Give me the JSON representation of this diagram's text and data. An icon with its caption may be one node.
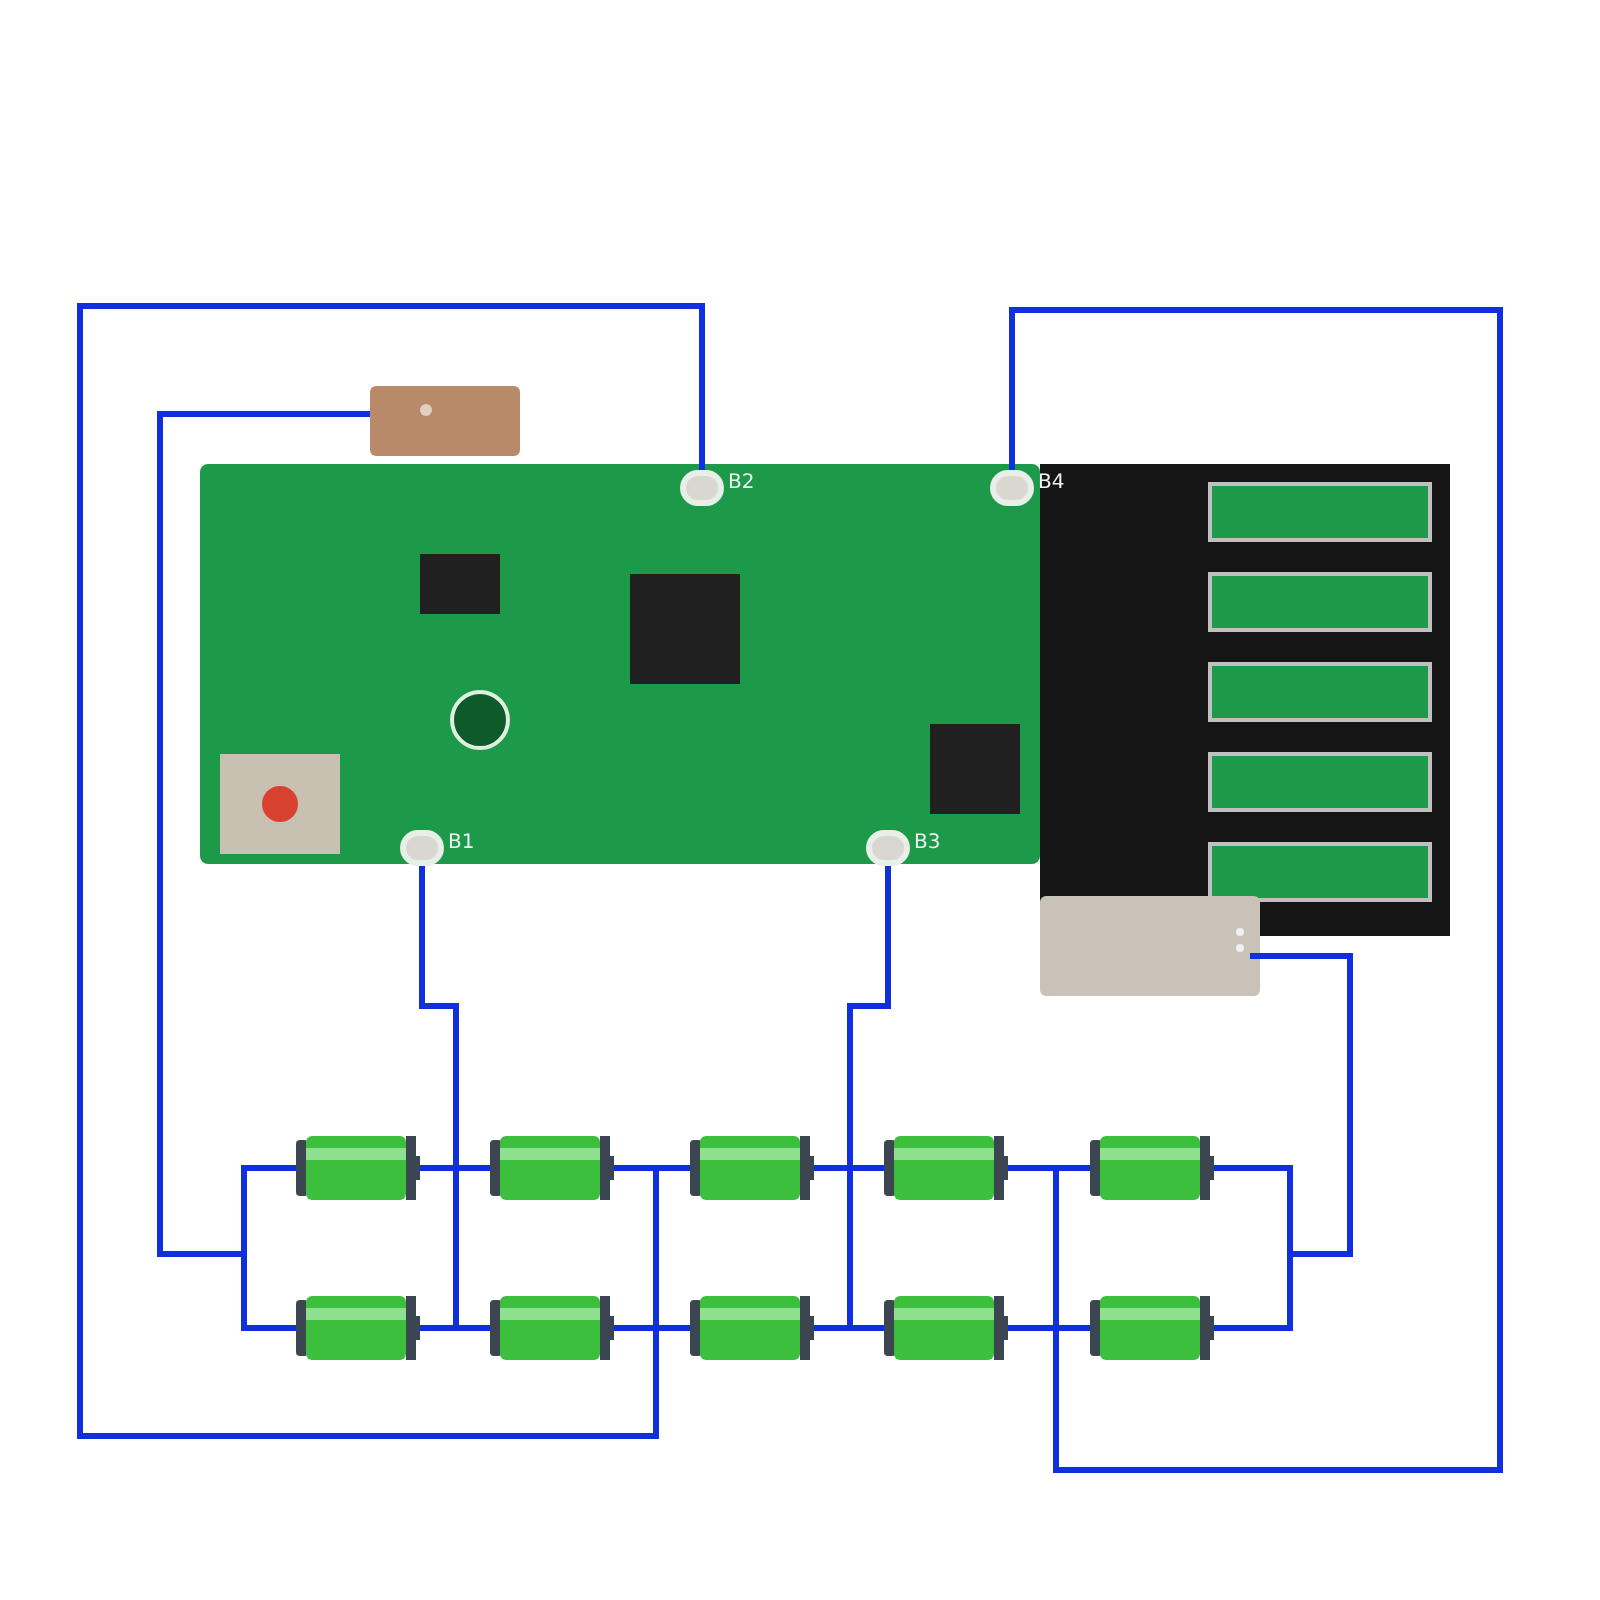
{
  "diagram": {
    "nodes": [
      {
        "text": [],
        "shape": "picture"
      },
      {
        "text": [],
        "shape": "box"
      },
      {
        "text": [
          "B2"
        ],
        "in": 0
      },
      {
        "text": [
          "B4"
        ],
        "in": 0
      },
      {
        "text": [
          "B1"
        ],
        "in": 0
      },
      {
        "text": [
          "B3"
        ],
        "in": 0
      },
      {
        "text": [],
        "shape": "box"
      },
      {
        "text": [],
        "shape": "picture"
      },
      {
        "text": [],
        "shape": "picture"
      },
      {
        "text": [],
        "shape": "picture"
      },
      {
        "text": [],
        "shape": "picture"
      },
      {
        "text": [],
        "shape": "picture"
      },
      {
        "text": [],
        "shape": "picture"
      },
      {
        "text": [],
        "shape": "picture"
      },
      {
        "text": [],
        "shape": "picture"
      },
      {
        "text": [],
        "shape": "picture"
      },
      {
        "text": [],
        "shape": "picture"
      }
    ],
    "edges": [
      {
        "from": 1,
        "to": 7,
        "arrow": "none"
      },
      {
        "from": 1,
        "to": 12,
        "arrow": "none"
      },
      {
        "from": 7,
        "to": 8,
        "arrow": "none"
      },
      {
        "from": 8,
        "to": 9,
        "arrow": "none"
      },
      {
        "from": 9,
        "to": 10,
        "arrow": "none"
      },
      {
        "from": 10,
        "to": 11,
        "arrow": "none"
      },
      {
        "from": 12,
        "to": 13,
        "arrow": "none"
      },
      {
        "from": 13,
        "to": 14,
        "arrow": "none"
      },
      {
        "from": 14,
        "to": 15,
        "arrow": "none"
      },
      {
        "from": 15,
        "to": 16,
        "arrow": "none"
      },
      {
        "from": 4,
        "to": 8,
        "arrow": "none"
      },
      {
        "from": 4,
        "to": 13,
        "arrow": "none"
      },
      {
        "from": 2,
        "to": 9,
        "arrow": "none"
      },
      {
        "from": 2,
        "to": 14,
        "arrow": "none"
      },
      {
        "from": 5,
        "to": 10,
        "arrow": "none"
      },
      {
        "from": 5,
        "to": 15,
        "arrow": "none"
      },
      {
        "from": 3,
        "to": 11,
        "arrow": "none"
      },
      {
        "from": 3,
        "to": 16,
        "arrow": "none"
      },
      {
        "from": 6,
        "to": 11,
        "arrow": "none"
      },
      {
        "from": 6,
        "to": 16,
        "arrow": "none"
      }
    ]
  }
}
